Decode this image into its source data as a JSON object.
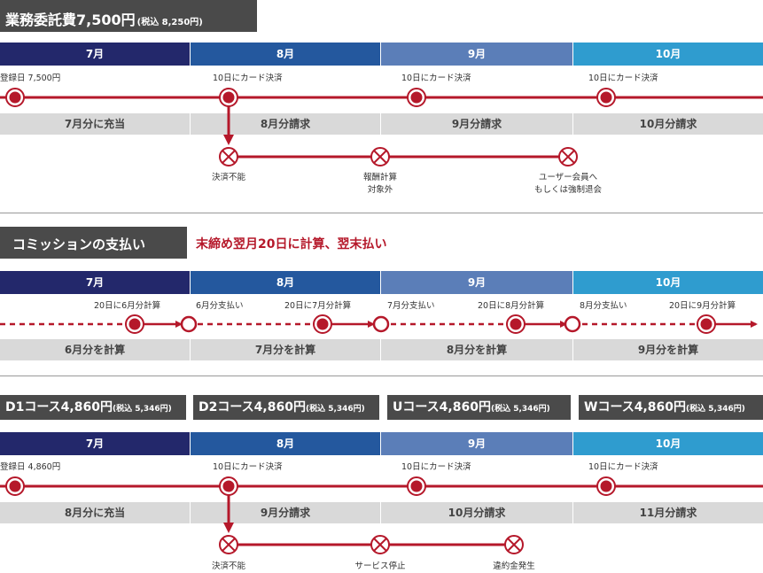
{
  "section1": {
    "title": "業務委託費7,500円",
    "title_tax": "(税込 8,250円)",
    "months": [
      "7月",
      "8月",
      "9月",
      "10月"
    ],
    "events": [
      "登録日 7,500円",
      "10日にカード決済",
      "10日にカード決済",
      "10日にカード決済"
    ],
    "billing": [
      "7月分に充当",
      "8月分請求",
      "9月分請求",
      "10月分請求"
    ],
    "failure": [
      "決済不能",
      "報酬計算",
      "対象外",
      "ユーザー会員へ",
      "もしくは強制退会"
    ]
  },
  "section2": {
    "title": "コミッションの支払い",
    "note": "末締め翌月20日に計算、翌末払い",
    "months": [
      "7月",
      "8月",
      "9月",
      "10月"
    ],
    "events": [
      "20日に6月分計算",
      "6月分支払い",
      "20日に7月分計算",
      "7月分支払い",
      "20日に8月分計算",
      "8月分支払い",
      "20日に9月分計算"
    ],
    "calc": [
      "6月分を計算",
      "7月分を計算",
      "8月分を計算",
      "9月分を計算"
    ]
  },
  "section3": {
    "courses": [
      {
        "name": "D1コース4,860円",
        "tax": "(税込 5,346円)"
      },
      {
        "name": "D2コース4,860円",
        "tax": "(税込 5,346円)"
      },
      {
        "name": "Uコース4,860円",
        "tax": "(税込 5,346円)"
      },
      {
        "name": "Wコース4,860円",
        "tax": "(税込 5,346円)"
      }
    ],
    "months": [
      "7月",
      "8月",
      "9月",
      "10月"
    ],
    "events": [
      "登録日 4,860円",
      "10日にカード決済",
      "10日にカード決済",
      "10日にカード決済"
    ],
    "billing": [
      "8月分に充当",
      "9月分請求",
      "10月分請求",
      "11月分請求"
    ],
    "failure": [
      "決済不能",
      "サービス停止",
      "違約金発生"
    ]
  },
  "colors": {
    "month1": "#23286b",
    "month2": "#24589e",
    "month3": "#5b7eb8",
    "month4": "#2f9ccf",
    "red": "#b5182a",
    "title_bg": "#4a4a4a",
    "grey": "#d9d9d9"
  }
}
